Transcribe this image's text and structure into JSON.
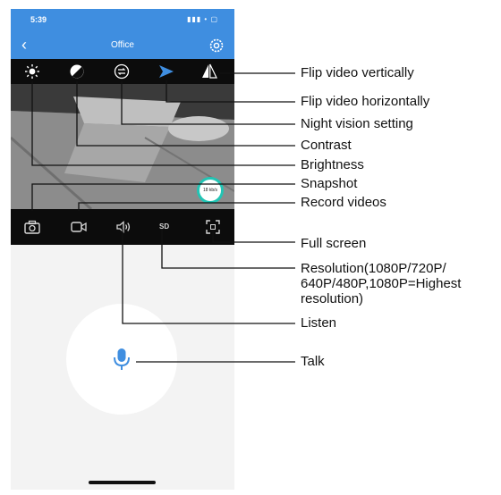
{
  "status_bar": {
    "time": "5:39",
    "icons": "▮▮▮ • ▢"
  },
  "nav": {
    "title": "Office",
    "back": "‹"
  },
  "video": {
    "bitrate": "18 kb/s"
  },
  "toolbar_bottom": {
    "resolution": "SD"
  },
  "labels": {
    "flip_vertical": "Flip video vertically",
    "flip_horizontal": "Flip video horizontally",
    "night_vision": "Night vision setting",
    "contrast": "Contrast",
    "brightness": "Brightness",
    "snapshot": "Snapshot",
    "record": "Record videos",
    "full_screen": "Full screen",
    "resolution": "Resolution(1080P/720P/\n640P/480P,1080P=Highest\nresolution)",
    "listen": "Listen",
    "talk": "Talk"
  },
  "colors": {
    "accent": "#3f8ee0",
    "toolbar": "#0c0c0c",
    "background": "#f3f3f3",
    "text": "#111111"
  }
}
